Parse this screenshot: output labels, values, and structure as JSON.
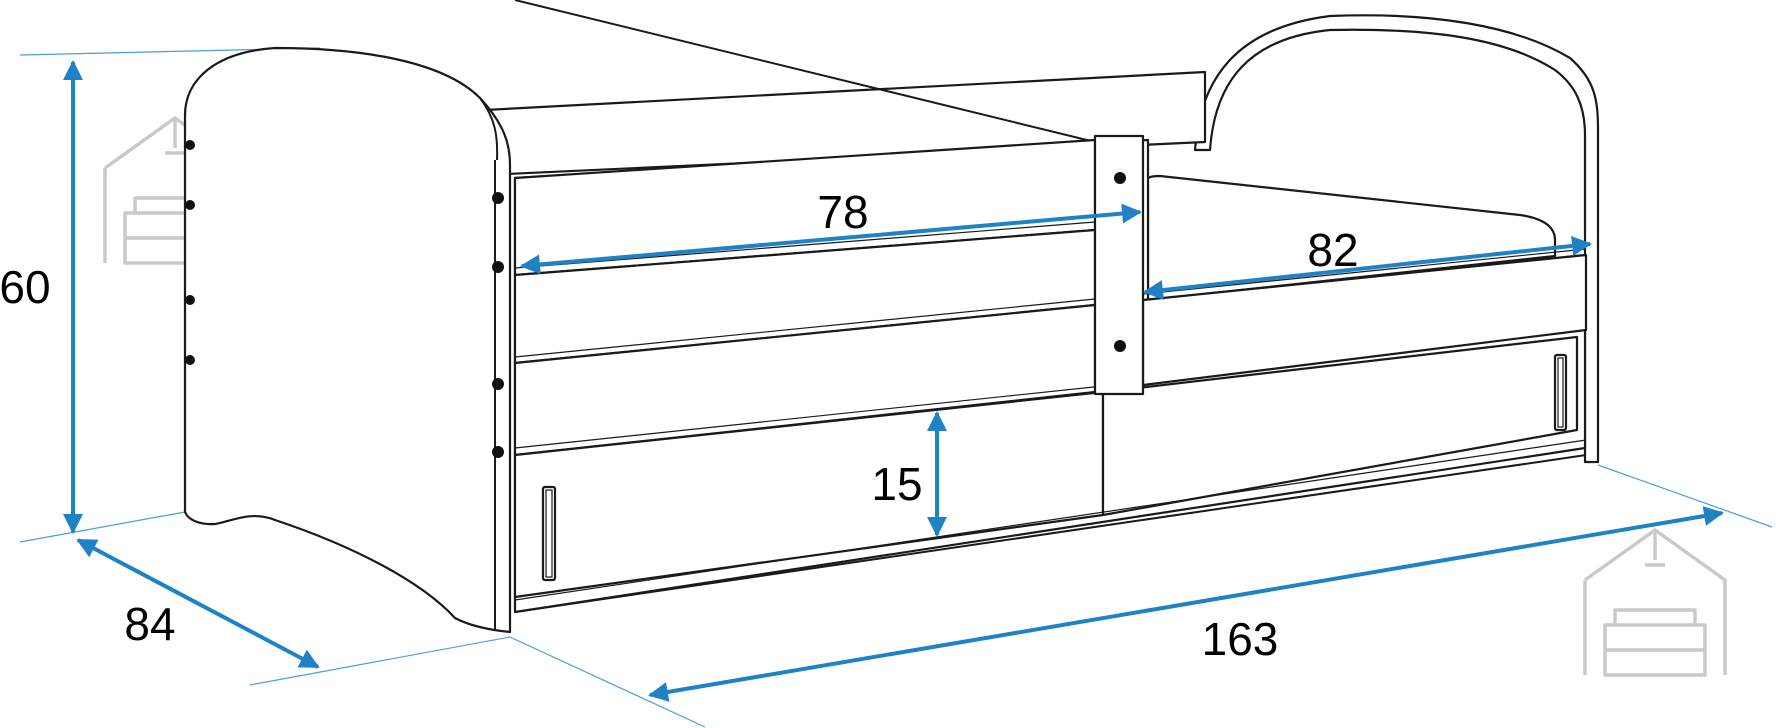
{
  "dimensions": {
    "height": "60",
    "depth": "84",
    "length": "163",
    "guard_length": "78",
    "mattress_length": "82",
    "drawer_height": "15"
  },
  "colors": {
    "dimension_line": "#1f82c6",
    "extension_line": "#4aa0d0",
    "outline": "#1a1a1a",
    "watermark": "#c9c9c9"
  },
  "icons": [
    "house-sofa-watermark-icon",
    "house-sofa-watermark-icon"
  ]
}
